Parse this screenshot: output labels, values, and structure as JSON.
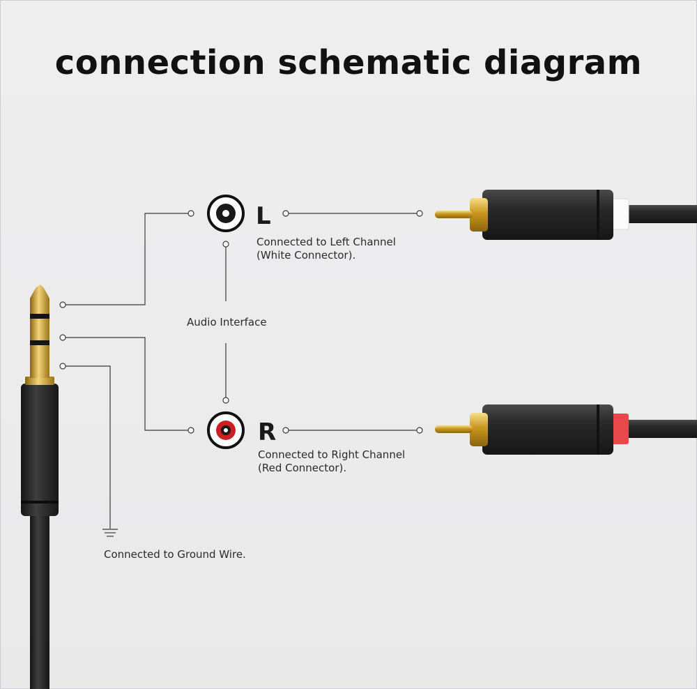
{
  "title": "connection schematic diagram",
  "left_channel": {
    "letter": "L",
    "description_line1": "Connected to Left Channel",
    "description_line2": "(White Connector).",
    "connector_color": "#ffffff"
  },
  "right_channel": {
    "letter": "R",
    "description_line1": "Connected to Right Channel",
    "description_line2": "(Red Connector).",
    "connector_color": "#e8474c"
  },
  "audio_interface_label": "Audio Interface",
  "ground_label": "Connected to Ground Wire.",
  "colors": {
    "background": "#ececed",
    "plug_body": "#2b2b2b",
    "gold": "#d4a62a",
    "line": "#3a3a3a"
  },
  "icons": [
    "stereo-jack-plug-icon",
    "rca-plug-icon",
    "rca-socket-icon",
    "ground-symbol-icon"
  ]
}
